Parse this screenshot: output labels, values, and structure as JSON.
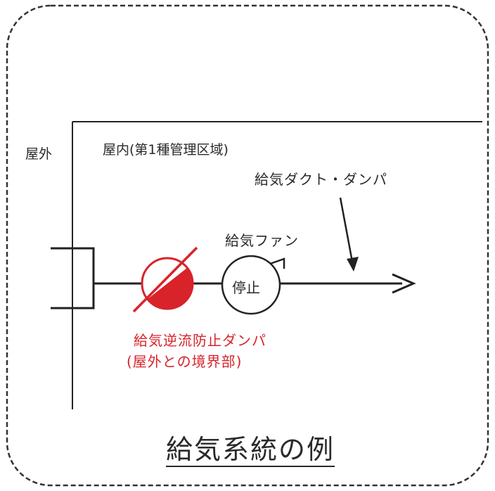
{
  "labels": {
    "outside": "屋外",
    "inside": "屋内(第1種管理区域)",
    "duct": "給気ダクト・ダンパ",
    "fan": "給気ファン",
    "fan_status": "停止",
    "backflow_damper_line1": "給気逆流防止ダンパ",
    "backflow_damper_line2": "(屋外との境界部)",
    "caption": "給気系統の例"
  },
  "colors": {
    "line": "#222222",
    "accent_red": "#d8232a",
    "border_dash": "#333333"
  },
  "icons": {
    "damper": "backflow-damper-symbol",
    "fan": "fan-symbol",
    "arrow": "flow-arrow"
  }
}
